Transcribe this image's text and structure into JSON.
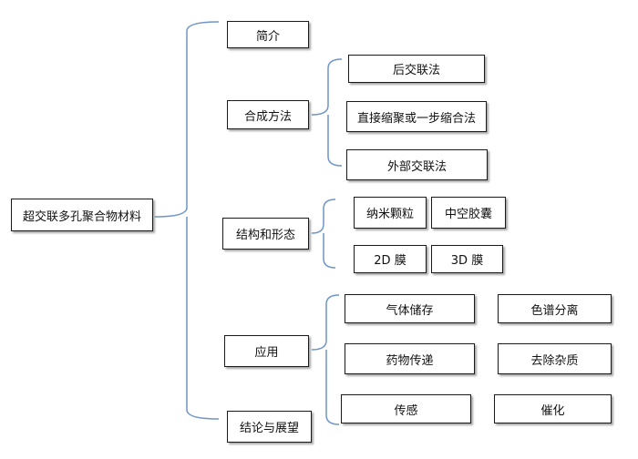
{
  "root": "超交联多孔聚合物材料",
  "branches": [
    {
      "label": "简介",
      "children": []
    },
    {
      "label": "合成方法",
      "children": [
        "后交联法",
        "直接缩聚或一步缩合法",
        "外部交联法"
      ]
    },
    {
      "label": "结构和形态",
      "children": [
        "纳米颗粒",
        "中空胶囊",
        "2D 膜",
        "3D  膜"
      ]
    },
    {
      "label": "应用",
      "children": [
        "气体储存",
        "色谱分离",
        "药物传递",
        "去除杂质",
        "传感",
        "催化"
      ]
    },
    {
      "label": "结论与展望",
      "children": []
    }
  ],
  "colors": {
    "connector": "#6f95c9",
    "box_border": "#1a1a1a"
  }
}
